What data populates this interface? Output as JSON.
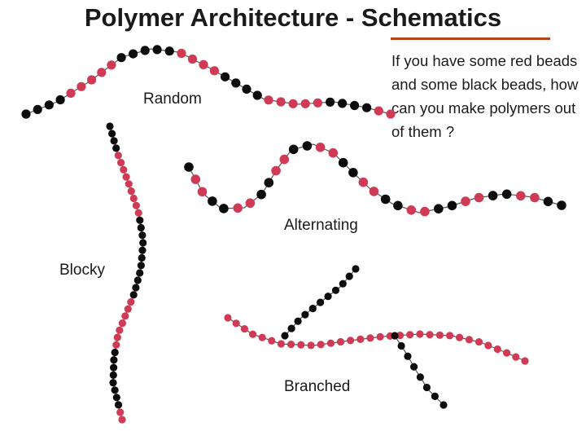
{
  "title": "Polymer Architecture - Schematics",
  "note": "If you have  some red beads and some black beads, how can you make polymers out of them ?",
  "labels": {
    "random": "Random",
    "alternating": "Alternating",
    "blocky": "Blocky",
    "branched": "Branched"
  },
  "colors": {
    "red_bead": "#cf3a54",
    "black_bead": "#0d0d0d",
    "accent_rule": "#b8431f",
    "strand": "#555555"
  },
  "chains": {
    "random": "BBBBRRRRRBBBBBRRRRBBBBRRRRRBBBBRR",
    "alternating": "BRRBBRRBBRRBBRRBBRRBBRRBBRRBBRRBB",
    "blocky": "BBBBRRRRRRRRRBBBBBBBBBBBRRRRRRRBBBBBBBBRR",
    "branched_backbone": "RRRRRRRRRRRRRRRRRRRRRRRRRRRRRRRR",
    "branched_arm_upper": "BBBBBBBBBBB",
    "branched_arm_lower": "BBBBBBBB"
  }
}
